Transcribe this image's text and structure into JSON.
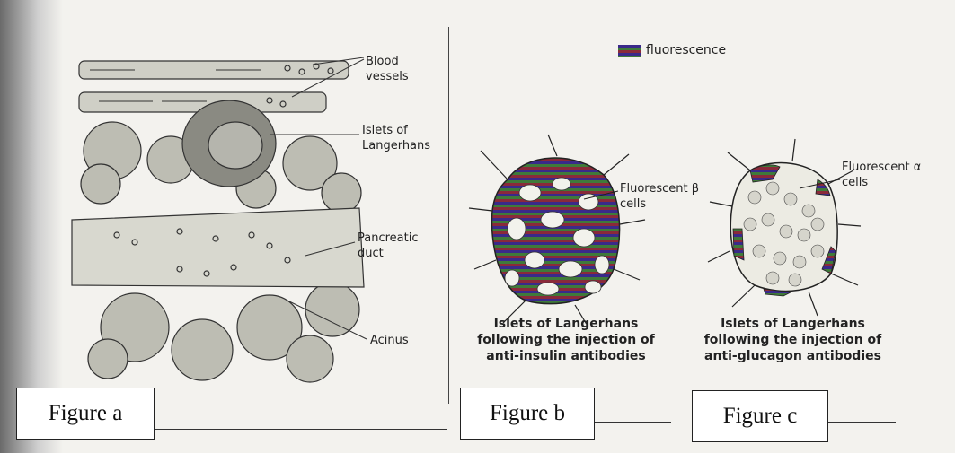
{
  "figure_a": {
    "labels": {
      "blood_vessels": "Blood\nvessels",
      "islets": "Islets of\nLangerhans",
      "duct": "Pancreatic\nduct",
      "acinus": "Acinus"
    },
    "box_label": "Figure a"
  },
  "legend": {
    "text": "fluorescence"
  },
  "figure_b": {
    "cell_label": "Fluorescent β\ncells",
    "caption": "Islets of Langerhans\nfollowing the injection of\nanti-insulin antibodies",
    "box_label": "Figure b"
  },
  "figure_c": {
    "cell_label": "Fluorescent α\ncells",
    "caption": "Islets of Langerhans\nfollowing the injection of\nanti-glucagon antibodies",
    "box_label": "Figure c"
  },
  "colors": {
    "stripe_purple": "#3a2a8a",
    "stripe_green": "#3f7a3a",
    "stripe_red": "#8a2a3a"
  }
}
